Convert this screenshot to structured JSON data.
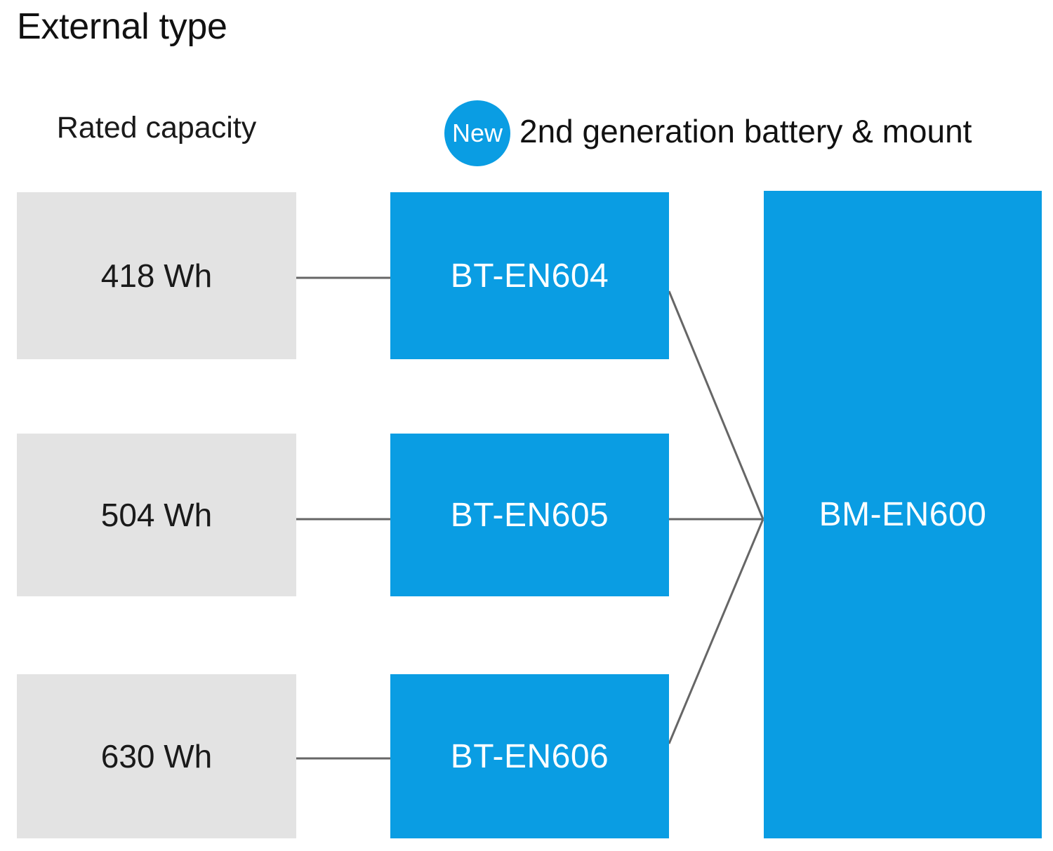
{
  "page": {
    "title": "External type",
    "background_color": "#ffffff"
  },
  "colors": {
    "accent_blue": "#0a9de3",
    "capacity_gray": "#e3e3e3",
    "connector_gray": "#666666",
    "text_dark": "#111111",
    "text_light": "#ffffff"
  },
  "columns": {
    "capacity_label": "Rated capacity",
    "generation_label": "2nd generation battery & mount",
    "new_badge": "New"
  },
  "rows": [
    {
      "capacity": "418 Wh",
      "battery": "BT-EN604"
    },
    {
      "capacity": "504 Wh",
      "battery": "BT-EN605"
    },
    {
      "capacity": "630 Wh",
      "battery": "BT-EN606"
    }
  ],
  "mount": {
    "label": "BM-EN600"
  },
  "chart_data": {
    "type": "diagram",
    "title": "External type",
    "description": "Compatibility diagram: three rated-capacity batteries connect to a single mount",
    "nodes": [
      {
        "id": "cap-418",
        "label": "418 Wh",
        "group": "Rated capacity",
        "color": "#e3e3e3"
      },
      {
        "id": "cap-504",
        "label": "504 Wh",
        "group": "Rated capacity",
        "color": "#e3e3e3"
      },
      {
        "id": "cap-630",
        "label": "630 Wh",
        "group": "Rated capacity",
        "color": "#e3e3e3"
      },
      {
        "id": "bt-604",
        "label": "BT-EN604",
        "group": "2nd generation battery & mount",
        "color": "#0a9de3"
      },
      {
        "id": "bt-605",
        "label": "BT-EN605",
        "group": "2nd generation battery & mount",
        "color": "#0a9de3"
      },
      {
        "id": "bt-606",
        "label": "BT-EN606",
        "group": "2nd generation battery & mount",
        "color": "#0a9de3"
      },
      {
        "id": "bm-600",
        "label": "BM-EN600",
        "group": "2nd generation battery & mount",
        "color": "#0a9de3"
      }
    ],
    "edges": [
      {
        "from": "cap-418",
        "to": "bt-604"
      },
      {
        "from": "cap-504",
        "to": "bt-605"
      },
      {
        "from": "cap-630",
        "to": "bt-606"
      },
      {
        "from": "bt-604",
        "to": "bm-600"
      },
      {
        "from": "bt-605",
        "to": "bm-600"
      },
      {
        "from": "bt-606",
        "to": "bm-600"
      }
    ]
  }
}
